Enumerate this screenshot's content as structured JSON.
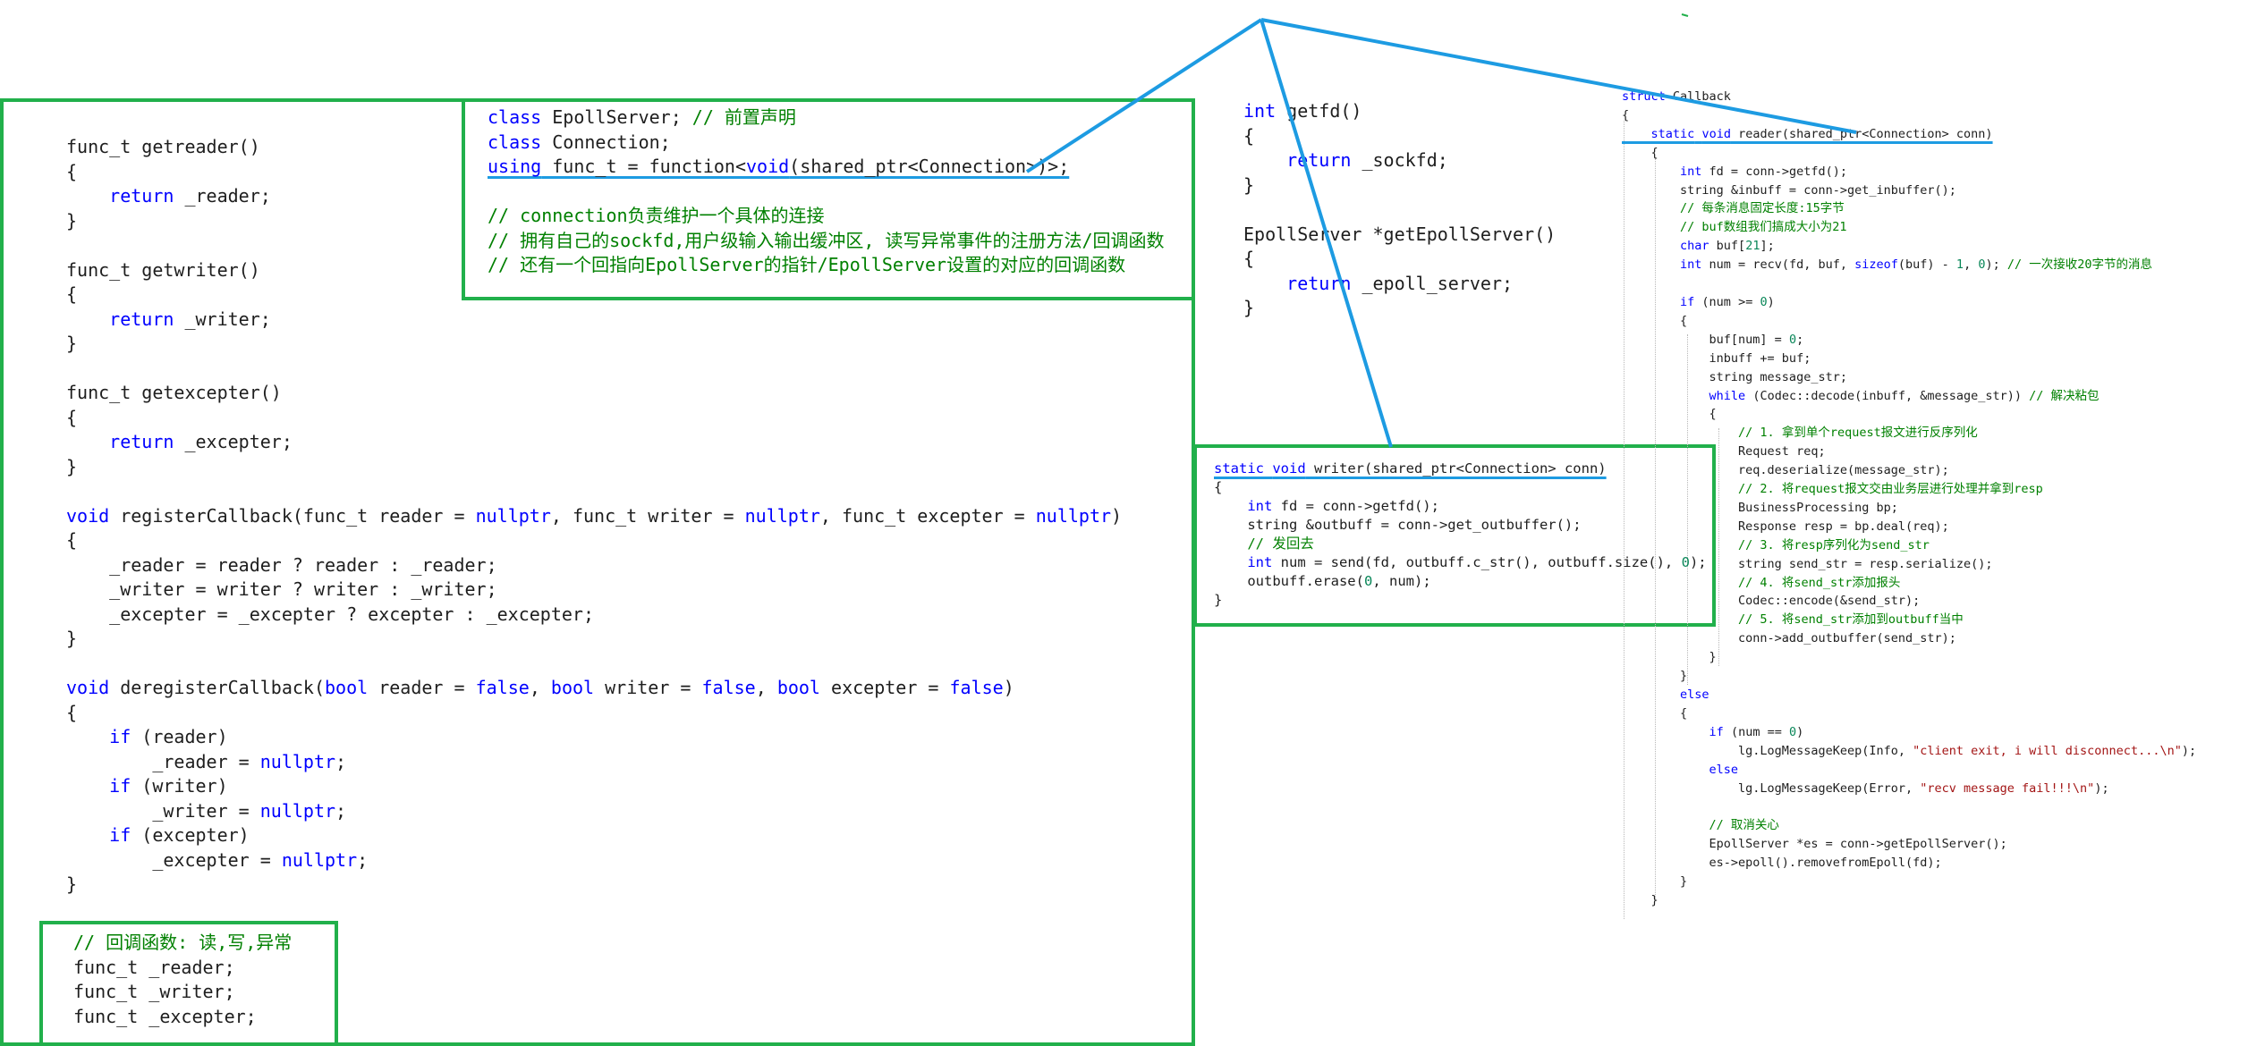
{
  "accent_colors": {
    "box_border": "#21b04b",
    "arrow_line": "#1d9be2"
  },
  "getter_block": [
    [
      [
        "func_t getreader()",
        "p"
      ]
    ],
    [
      [
        "{",
        "p"
      ]
    ],
    [
      [
        "    ",
        "p"
      ],
      [
        "return",
        "kw"
      ],
      [
        " _reader;",
        "p"
      ]
    ],
    [
      [
        "}",
        "p"
      ]
    ],
    [
      [
        "",
        "p"
      ]
    ],
    [
      [
        "func_t getwriter()",
        "p"
      ]
    ],
    [
      [
        "{",
        "p"
      ]
    ],
    [
      [
        "    ",
        "p"
      ],
      [
        "return",
        "kw"
      ],
      [
        " _writer;",
        "p"
      ]
    ],
    [
      [
        "}",
        "p"
      ]
    ],
    [
      [
        "",
        "p"
      ]
    ],
    [
      [
        "func_t getexcepter()",
        "p"
      ]
    ],
    [
      [
        "{",
        "p"
      ]
    ],
    [
      [
        "    ",
        "p"
      ],
      [
        "return",
        "kw"
      ],
      [
        " _excepter;",
        "p"
      ]
    ],
    [
      [
        "}",
        "p"
      ]
    ],
    [
      [
        "",
        "p"
      ]
    ],
    [
      [
        "void",
        "kw"
      ],
      [
        " registerCallback(func_t reader = ",
        "p"
      ],
      [
        "nullptr",
        "kw"
      ],
      [
        ", func_t writer = ",
        "p"
      ],
      [
        "nullptr",
        "kw"
      ],
      [
        ", func_t excepter = ",
        "p"
      ],
      [
        "nullptr",
        "kw"
      ],
      [
        ")",
        "p"
      ]
    ],
    [
      [
        "{",
        "p"
      ]
    ],
    [
      [
        "    _reader = reader ? reader : _reader;",
        "p"
      ]
    ],
    [
      [
        "    _writer = writer ? writer : _writer;",
        "p"
      ]
    ],
    [
      [
        "    _excepter = _excepter ? excepter : _excepter;",
        "p"
      ]
    ],
    [
      [
        "}",
        "p"
      ]
    ],
    [
      [
        "",
        "p"
      ]
    ],
    [
      [
        "void",
        "kw"
      ],
      [
        " deregisterCallback(",
        "p"
      ],
      [
        "bool",
        "kw"
      ],
      [
        " reader = ",
        "p"
      ],
      [
        "false",
        "kw"
      ],
      [
        ", ",
        "p"
      ],
      [
        "bool",
        "kw"
      ],
      [
        " writer = ",
        "p"
      ],
      [
        "false",
        "kw"
      ],
      [
        ", ",
        "p"
      ],
      [
        "bool",
        "kw"
      ],
      [
        " excepter = ",
        "p"
      ],
      [
        "false",
        "kw"
      ],
      [
        ")",
        "p"
      ]
    ],
    [
      [
        "{",
        "p"
      ]
    ],
    [
      [
        "    ",
        "p"
      ],
      [
        "if",
        "kw"
      ],
      [
        " (reader)",
        "p"
      ]
    ],
    [
      [
        "        _reader = ",
        "p"
      ],
      [
        "nullptr",
        "kw"
      ],
      [
        ";",
        "p"
      ]
    ],
    [
      [
        "    ",
        "p"
      ],
      [
        "if",
        "kw"
      ],
      [
        " (writer)",
        "p"
      ]
    ],
    [
      [
        "        _writer = ",
        "p"
      ],
      [
        "nullptr",
        "kw"
      ],
      [
        ";",
        "p"
      ]
    ],
    [
      [
        "    ",
        "p"
      ],
      [
        "if",
        "kw"
      ],
      [
        " (excepter)",
        "p"
      ]
    ],
    [
      [
        "        _excepter = ",
        "p"
      ],
      [
        "nullptr",
        "kw"
      ],
      [
        ";",
        "p"
      ]
    ],
    [
      [
        "}",
        "p"
      ]
    ]
  ],
  "member_block": [
    [
      [
        "// 回调函数: 读,写,异常",
        "cm"
      ]
    ],
    [
      [
        "func_t _reader;",
        "p"
      ]
    ],
    [
      [
        "func_t _writer;",
        "p"
      ]
    ],
    [
      [
        "func_t _excepter;",
        "p"
      ]
    ]
  ],
  "decl_block": [
    [
      [
        "class",
        "kw"
      ],
      [
        " EpollServer; ",
        "p"
      ],
      [
        "// 前置声明",
        "cm"
      ]
    ],
    [
      [
        "class",
        "kw"
      ],
      [
        " Connection;",
        "p"
      ]
    ],
    [
      [
        "using",
        "kw"
      ],
      [
        " func_t = function<",
        "p"
      ],
      [
        "void",
        "kw"
      ],
      [
        "(shared_ptr<Connection>)>;",
        "p"
      ]
    ],
    [
      [
        "",
        "p"
      ]
    ],
    [
      [
        "// connection负责维护一个具体的连接",
        "cm"
      ]
    ],
    [
      [
        "// 拥有自己的sockfd,用户级输入输出缓冲区, 读写异常事件的注册方法/回调函数",
        "cm"
      ]
    ],
    [
      [
        "// 还有一个回指向EpollServer的指针/EpollServer设置的对应的回调函数",
        "cm"
      ]
    ]
  ],
  "getfd_block": [
    [
      [
        "int",
        "kw"
      ],
      [
        " getfd()",
        "p"
      ]
    ],
    [
      [
        "{",
        "p"
      ]
    ],
    [
      [
        "    ",
        "p"
      ],
      [
        "return",
        "kw"
      ],
      [
        " _sockfd;",
        "p"
      ]
    ],
    [
      [
        "}",
        "p"
      ]
    ],
    [
      [
        "",
        "p"
      ]
    ],
    [
      [
        "EpollServer *getEpollServer()",
        "p"
      ]
    ],
    [
      [
        "{",
        "p"
      ]
    ],
    [
      [
        "    ",
        "p"
      ],
      [
        "return",
        "kw"
      ],
      [
        " _epoll_server;",
        "p"
      ]
    ],
    [
      [
        "}",
        "p"
      ]
    ]
  ],
  "writer_block": [
    [
      [
        "static",
        "kw"
      ],
      [
        " ",
        "p"
      ],
      [
        "void",
        "kw"
      ],
      [
        " writer(shared_ptr<Connection> conn)",
        "p"
      ]
    ],
    [
      [
        "{",
        "p"
      ]
    ],
    [
      [
        "    ",
        "p"
      ],
      [
        "int",
        "kw"
      ],
      [
        " fd = conn->getfd();",
        "p"
      ]
    ],
    [
      [
        "    string &outbuff = conn->get_outbuffer();",
        "p"
      ]
    ],
    [
      [
        "    ",
        "p"
      ],
      [
        "// 发回去",
        "cm"
      ]
    ],
    [
      [
        "    ",
        "p"
      ],
      [
        "int",
        "kw"
      ],
      [
        " num = send(fd, outbuff.c_str(), outbuff.size(), ",
        "p"
      ],
      [
        "0",
        "nm"
      ],
      [
        ");",
        "p"
      ]
    ],
    [
      [
        "    outbuff.erase(",
        "p"
      ],
      [
        "0",
        "nm"
      ],
      [
        ", num);",
        "p"
      ]
    ],
    [
      [
        "}",
        "p"
      ]
    ]
  ],
  "reader_block": [
    [
      [
        "struct",
        "kw"
      ],
      [
        " Callback",
        "p"
      ]
    ],
    [
      [
        "{",
        "p"
      ]
    ],
    [
      [
        "    ",
        "p"
      ],
      [
        "static",
        "kw"
      ],
      [
        " ",
        "p"
      ],
      [
        "void",
        "kw"
      ],
      [
        " reader(shared_ptr<Connection> conn)",
        "p"
      ]
    ],
    [
      [
        "    {",
        "p"
      ]
    ],
    [
      [
        "        ",
        "p"
      ],
      [
        "int",
        "kw"
      ],
      [
        " fd = conn->getfd();",
        "p"
      ]
    ],
    [
      [
        "        string &inbuff = conn->get_inbuffer();",
        "p"
      ]
    ],
    [
      [
        "        ",
        "p"
      ],
      [
        "// 每条消息固定长度:15字节",
        "cm"
      ]
    ],
    [
      [
        "        ",
        "p"
      ],
      [
        "// buf数组我们搞成大小为21",
        "cm"
      ]
    ],
    [
      [
        "        ",
        "p"
      ],
      [
        "char",
        "kw"
      ],
      [
        " buf[",
        "p"
      ],
      [
        "21",
        "nm"
      ],
      [
        "];",
        "p"
      ]
    ],
    [
      [
        "        ",
        "p"
      ],
      [
        "int",
        "kw"
      ],
      [
        " num = recv(fd, buf, ",
        "p"
      ],
      [
        "sizeof",
        "kw"
      ],
      [
        "(buf) - ",
        "p"
      ],
      [
        "1",
        "nm"
      ],
      [
        ", ",
        "p"
      ],
      [
        "0",
        "nm"
      ],
      [
        "); ",
        "p"
      ],
      [
        "// 一次接收20字节的消息",
        "cm"
      ]
    ],
    [
      [
        "",
        "p"
      ]
    ],
    [
      [
        "        ",
        "p"
      ],
      [
        "if",
        "kw"
      ],
      [
        " (num >= ",
        "p"
      ],
      [
        "0",
        "nm"
      ],
      [
        ")",
        "p"
      ]
    ],
    [
      [
        "        {",
        "p"
      ]
    ],
    [
      [
        "            buf[num] = ",
        "p"
      ],
      [
        "0",
        "nm"
      ],
      [
        ";",
        "p"
      ]
    ],
    [
      [
        "            inbuff += buf;",
        "p"
      ]
    ],
    [
      [
        "            string message_str;",
        "p"
      ]
    ],
    [
      [
        "            ",
        "p"
      ],
      [
        "while",
        "kw"
      ],
      [
        " (Codec::decode(inbuff, &message_str)) ",
        "p"
      ],
      [
        "// 解决粘包",
        "cm"
      ]
    ],
    [
      [
        "            {",
        "p"
      ]
    ],
    [
      [
        "                ",
        "p"
      ],
      [
        "// 1. 拿到单个request报文进行反序列化",
        "cm"
      ]
    ],
    [
      [
        "                Request req;",
        "p"
      ]
    ],
    [
      [
        "                req.deserialize(message_str);",
        "p"
      ]
    ],
    [
      [
        "                ",
        "p"
      ],
      [
        "// 2. 将request报文交由业务层进行处理并拿到resp",
        "cm"
      ]
    ],
    [
      [
        "                BusinessProcessing bp;",
        "p"
      ]
    ],
    [
      [
        "                Response resp = bp.deal(req);",
        "p"
      ]
    ],
    [
      [
        "                ",
        "p"
      ],
      [
        "// 3. 将resp序列化为send_str",
        "cm"
      ]
    ],
    [
      [
        "                string send_str = resp.serialize();",
        "p"
      ]
    ],
    [
      [
        "                ",
        "p"
      ],
      [
        "// 4. 将send_str添加报头",
        "cm"
      ]
    ],
    [
      [
        "                Codec::encode(&send_str);",
        "p"
      ]
    ],
    [
      [
        "                ",
        "p"
      ],
      [
        "// 5. 将send_str添加到outbuff当中",
        "cm"
      ]
    ],
    [
      [
        "                conn->add_outbuffer(send_str);",
        "p"
      ]
    ],
    [
      [
        "            }",
        "p"
      ]
    ],
    [
      [
        "        }",
        "p"
      ]
    ],
    [
      [
        "        ",
        "p"
      ],
      [
        "else",
        "kw"
      ]
    ],
    [
      [
        "        {",
        "p"
      ]
    ],
    [
      [
        "            ",
        "p"
      ],
      [
        "if",
        "kw"
      ],
      [
        " (num == ",
        "p"
      ],
      [
        "0",
        "nm"
      ],
      [
        ")",
        "p"
      ]
    ],
    [
      [
        "                lg.LogMessageKeep(Info, ",
        "p"
      ],
      [
        "\"client exit, i will disconnect...\\n\"",
        "st"
      ],
      [
        ");",
        "p"
      ]
    ],
    [
      [
        "            ",
        "p"
      ],
      [
        "else",
        "kw"
      ]
    ],
    [
      [
        "                lg.LogMessageKeep(Error, ",
        "p"
      ],
      [
        "\"recv message fail!!!\\n\"",
        "st"
      ],
      [
        ");",
        "p"
      ]
    ],
    [
      [
        "",
        "p"
      ]
    ],
    [
      [
        "            ",
        "p"
      ],
      [
        "// 取消关心",
        "cm"
      ]
    ],
    [
      [
        "            EpollServer *es = conn->getEpollServer();",
        "p"
      ]
    ],
    [
      [
        "            es->epoll().removefromEpoll(fd);",
        "p"
      ]
    ],
    [
      [
        "        }",
        "p"
      ]
    ],
    [
      [
        "    }",
        "p"
      ]
    ]
  ]
}
